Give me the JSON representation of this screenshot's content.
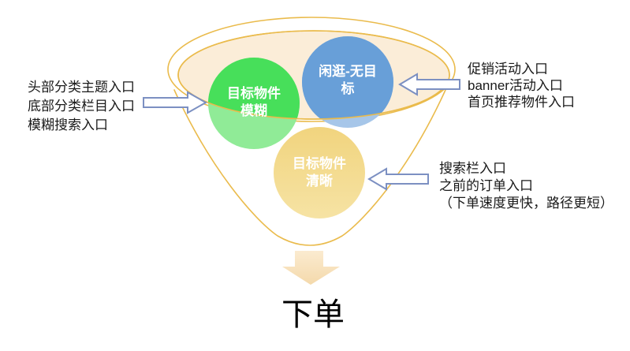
{
  "diagram": {
    "type": "funnel",
    "description_labels_present": true
  },
  "colors": {
    "funnel_stroke": "#EABB4C",
    "bowl_fill": "#FBEDD8",
    "green_top": "#47DF5A",
    "green_bottom": "#90EB97",
    "blue_top": "#689FD8",
    "blue_bottom": "#A6C6E9",
    "yellow_top": "#F1D47E",
    "yellow_bottom": "#F6E3A4",
    "arrow_outline": "#7C90C2",
    "arrow_fill": "#FFFFFF",
    "down_arrow_top": "#FBEBD0",
    "down_arrow_bottom": "#F4D9AB",
    "annotation_text": "#1A1A1A",
    "circle_text": "#FFFFFF"
  },
  "circles": [
    {
      "name": "fuzzy-target",
      "line1": "目标物件",
      "line2": "模糊"
    },
    {
      "name": "wandering-no-target",
      "line1": "闲逛-无目",
      "line2": "标"
    },
    {
      "name": "clear-target",
      "line1": "目标物件",
      "line2": "清晰"
    }
  ],
  "annotations": {
    "left_entries": {
      "lines": [
        "头部分类主题入口",
        "底部分类栏目入口",
        "模糊搜索入口"
      ]
    },
    "top_right_entries": {
      "lines": [
        "促销活动入口",
        "banner活动入口",
        "首页推荐物件入口"
      ]
    },
    "mid_right_entries": {
      "lines": [
        "搜索栏入口",
        "之前的订单入口",
        "（下单速度更快，路径更短）"
      ]
    }
  },
  "outcome": {
    "label": "下单"
  }
}
